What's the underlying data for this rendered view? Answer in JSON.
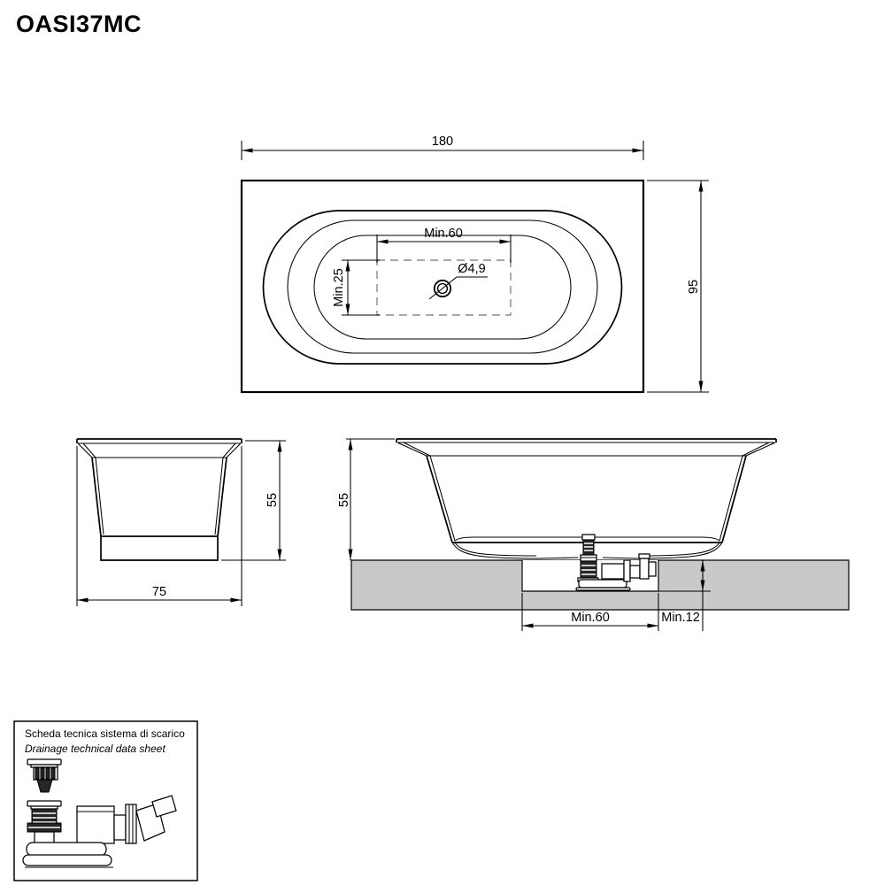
{
  "title": "OASI37MC",
  "plan_view": {
    "dim_width": "180",
    "dim_depth": "95",
    "dim_min_install_width": "Min.60",
    "dim_min_install_depth": "Min.25",
    "dim_drain_diameter": "Ø4,9"
  },
  "end_view": {
    "dim_height": "55",
    "dim_width": "75"
  },
  "side_view": {
    "dim_height": "55",
    "dim_recess_width": "Min.60",
    "dim_recess_offset": "Min.12"
  },
  "drain_sheet": {
    "title_it": "Scheda tecnica sistema di scarico",
    "title_en": "Drainage technical data sheet"
  },
  "colors": {
    "line": "#000000",
    "floor_fill": "#c9c9c9",
    "dashed_outline": "#8a8a8a",
    "drain_dark_fill": "#262626",
    "background": "#ffffff"
  }
}
